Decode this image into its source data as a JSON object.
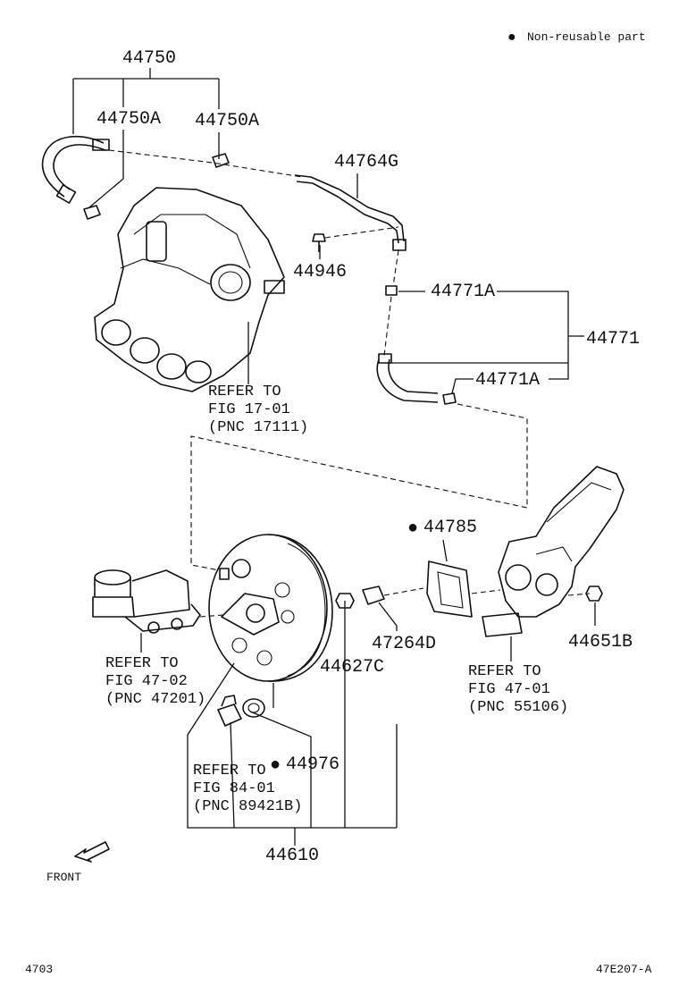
{
  "legend": {
    "symbol": "●",
    "text": "Non-reusable part"
  },
  "part_numbers": {
    "p44750": "44750",
    "p44750a_left": "44750A",
    "p44750a_right": "44750A",
    "p44764g": "44764G",
    "p44946": "44946",
    "p44771a_top": "44771A",
    "p44771": "44771",
    "p44771a_bottom": "44771A",
    "p44785": "44785",
    "p47264d": "47264D",
    "p44627c": "44627C",
    "p44651b": "44651B",
    "p44976": "44976",
    "p44610": "44610"
  },
  "non_reusable_marks": {
    "p44785": "●",
    "p44976": "●"
  },
  "references": {
    "manifold": [
      "REFER TO",
      "FIG 17-01",
      "(PNC 17111)"
    ],
    "master_cylinder": [
      "REFER TO",
      "FIG 47-02",
      "(PNC 47201)"
    ],
    "pedal_bracket": [
      "REFER TO",
      "FIG 47-01",
      "(PNC 55106)"
    ],
    "sensor": [
      "REFER TO",
      "FIG 84-01",
      "(PNC 89421B)"
    ]
  },
  "front_label": "FRONT",
  "footer": {
    "page_code": "4703",
    "figure_code": "47E207-A"
  }
}
